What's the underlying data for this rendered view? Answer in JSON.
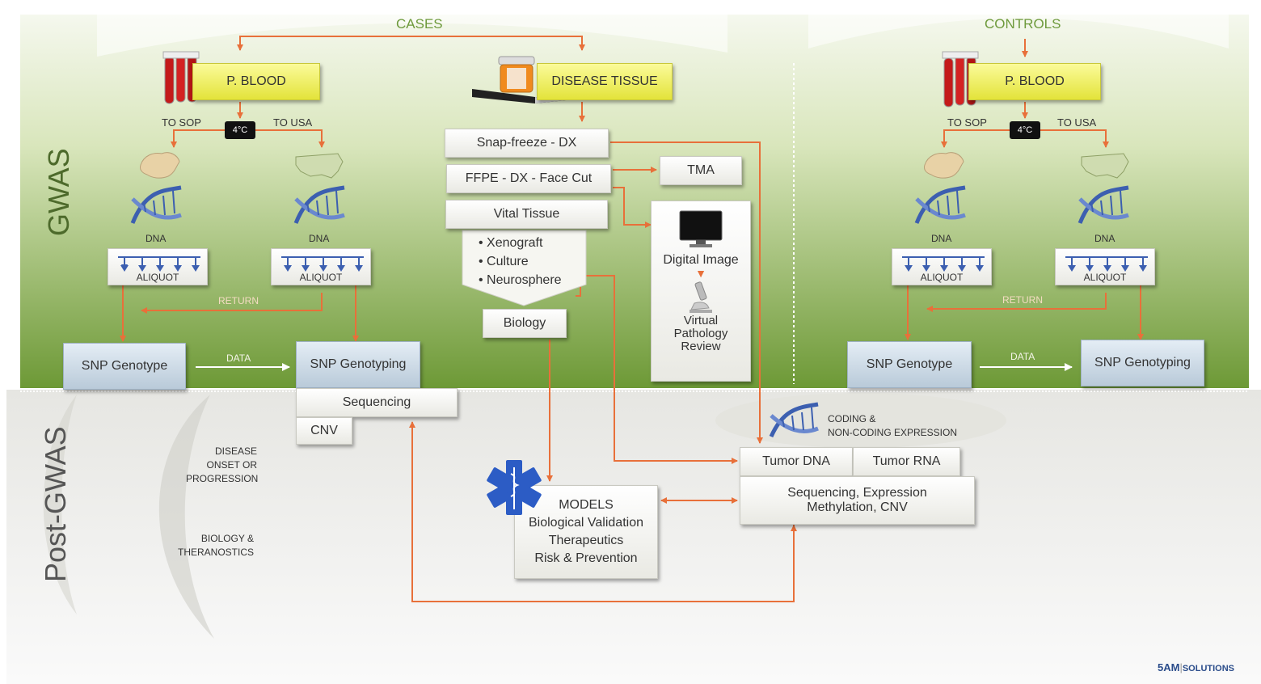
{
  "sections": {
    "cases": "CASES",
    "controls": "CONTROLS",
    "gwas": "GWAS",
    "post_gwas": "Post-GWAS"
  },
  "cases": {
    "p_blood": "P. BLOOD",
    "disease_tissue": "DISEASE TISSUE",
    "to_sop": "TO SOP",
    "to_usa": "TO USA",
    "temp": "4°C",
    "dna_left": "DNA",
    "dna_right": "DNA",
    "aliquot_left": "ALIQUOT",
    "aliquot_right": "ALIQUOT",
    "return": "RETURN",
    "data": "DATA",
    "snp_genotype": "SNP Genotype",
    "snp_genotyping": "SNP Genotyping",
    "sequencing": "Sequencing",
    "cnv": "CNV"
  },
  "tissue": {
    "snap_freeze": "Snap-freeze - DX",
    "ffpe": "FFPE - DX - Face Cut",
    "vital_tissue": "Vital Tissue",
    "bullets": [
      "• Xenograft",
      "• Culture",
      "• Neurosphere"
    ],
    "biology": "Biology",
    "tma": "TMA",
    "digital_image": "Digital Image",
    "virtual_pathology": [
      "Virtual",
      "Pathology",
      "Review"
    ]
  },
  "controls": {
    "p_blood": "P. BLOOD",
    "to_sop": "TO SOP",
    "to_usa": "TO USA",
    "temp": "4°C",
    "dna_left": "DNA",
    "dna_right": "DNA",
    "aliquot_left": "ALIQUOT",
    "aliquot_right": "ALIQUOT",
    "return": "RETURN",
    "data": "DATA",
    "snp_genotype": "SNP Genotype",
    "snp_genotyping": "SNP Genotyping"
  },
  "post": {
    "disease_onset": [
      "DISEASE",
      "ONSET OR",
      "PROGRESSION"
    ],
    "biology_theranostics": [
      "BIOLOGY &",
      "THERANOSTICS"
    ],
    "coding": [
      "CODING &",
      "NON-CODING EXPRESSION"
    ],
    "tumor_dna": "Tumor DNA",
    "tumor_rna": "Tumor RNA",
    "seq_expression": [
      "Sequencing, Expression",
      "Methylation, CNV"
    ],
    "models": [
      "MODELS",
      "Biological Validation",
      "Therapeutics",
      "Risk & Prevention"
    ]
  },
  "brand": {
    "main": "5AM",
    "sub": "SOLUTIONS"
  },
  "colors": {
    "arrow": "#e8703a",
    "green_dark": "#6f9a3d",
    "green_light": "#e3ecc9",
    "dna_blue": "#3c5fb0",
    "tube_red": "#c41a1a"
  }
}
